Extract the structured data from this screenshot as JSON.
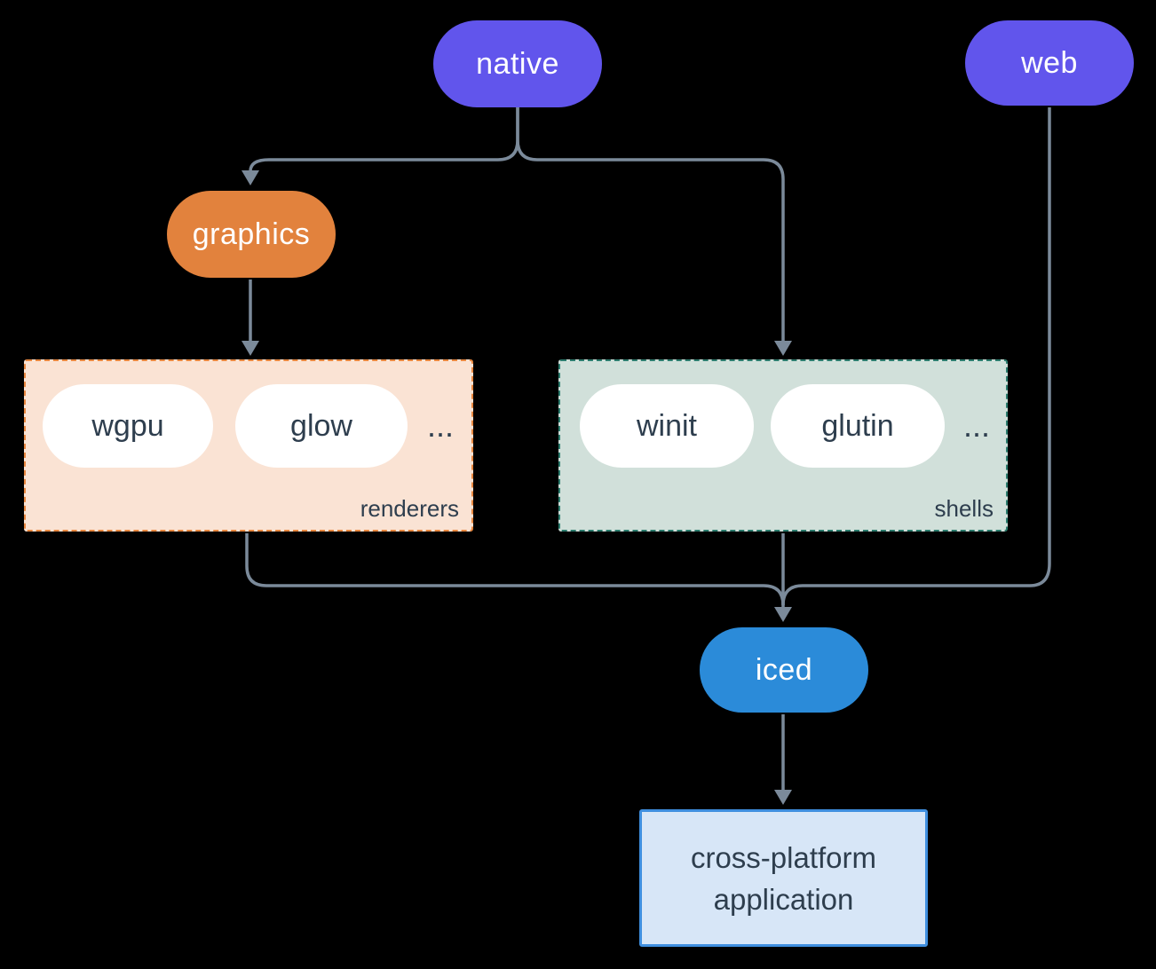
{
  "colors": {
    "background": "#000000",
    "connector": "#7b8a9a",
    "node_purple": "#6155ec",
    "node_orange": "#e2823d",
    "node_blue": "#2b8bd9",
    "renderers_bg": "#fae3d4",
    "renderers_border": "#e8873f",
    "shells_bg": "#d1e0da",
    "shells_border": "#2c7c6e",
    "inner_pill_bg": "#ffffff",
    "dark_text": "#2e3e4e",
    "app_bg": "#d7e6f7",
    "app_border": "#3f8fdf"
  },
  "nodes": {
    "native": {
      "label": "native"
    },
    "web": {
      "label": "web"
    },
    "graphics": {
      "label": "graphics"
    },
    "iced": {
      "label": "iced"
    },
    "application": {
      "line1": "cross-platform",
      "line2": "application"
    }
  },
  "groups": {
    "renderers": {
      "label": "renderers",
      "items": [
        {
          "label": "wgpu"
        },
        {
          "label": "glow"
        }
      ],
      "ellipsis": "..."
    },
    "shells": {
      "label": "shells",
      "items": [
        {
          "label": "winit"
        },
        {
          "label": "glutin"
        }
      ],
      "ellipsis": "..."
    }
  }
}
